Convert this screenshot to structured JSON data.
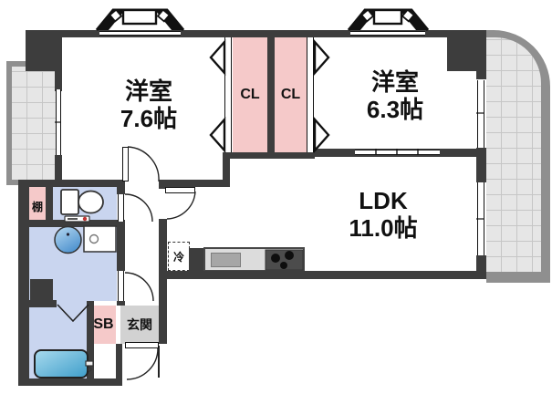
{
  "plan": {
    "rooms": {
      "west_room_1": {
        "name": "洋室",
        "size": "7.6帖"
      },
      "west_room_2": {
        "name": "洋室",
        "size": "6.3帖"
      },
      "ldk": {
        "name": "LDK",
        "size": "11.0帖"
      },
      "closet_left": {
        "name": "CL"
      },
      "closet_right": {
        "name": "CL"
      },
      "shelf": {
        "name": "棚"
      },
      "refrigerator": {
        "name": "冷"
      },
      "shoe_box": {
        "name": "SB"
      },
      "entrance": {
        "name": "玄関"
      }
    },
    "colors": {
      "wall": "#3d3d3d",
      "closet_pink": "#f5c9c9",
      "wet_area_blue": "#c9d5ef",
      "balcony_frame": "#8f8f8f",
      "balcony_floor": "#e6e6e6",
      "entrance_floor": "#d2d2d2",
      "bathtub_blue": "#4ba6cf",
      "basin_blue": "#5e9fd8"
    }
  }
}
